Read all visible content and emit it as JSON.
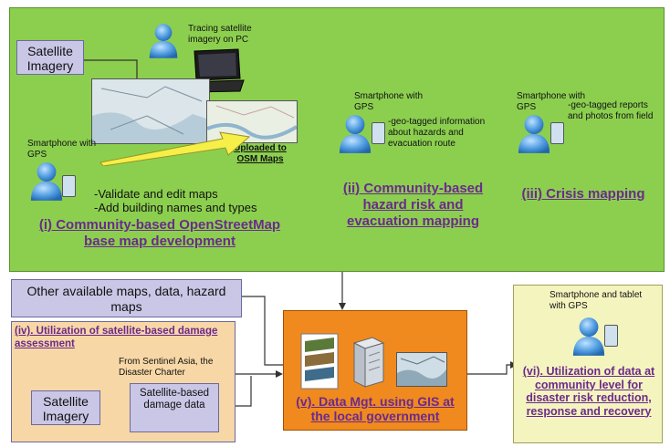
{
  "top": {
    "satellite_imagery": "Satellite Imagery",
    "tracing_caption": "Tracing satellite imagery on PC",
    "uploaded_label": "Uploaded to OSM Maps",
    "smartphone_gps": "Smartphone with GPS",
    "validate_text": "-Validate and edit maps",
    "add_text": "-Add building names and types",
    "section_i": "(i) Community-based OpenStreetMap base map development",
    "smartphone_gps_2": "Smartphone with GPS",
    "geo_tagged_hazards": "-geo-tagged information about hazards and evacuation route",
    "section_ii": "(ii) Community-based hazard risk and evacuation mapping",
    "smartphone_gps_3": "Smartphone with GPS",
    "geo_tagged_reports": "-geo-tagged reports and photos from field",
    "section_iii": "(iii) Crisis mapping"
  },
  "bottom": {
    "other_maps": "Other available maps, data, hazard maps",
    "section_iv": "(iv). Utilization of satellite-based damage assessment",
    "from_sentinel": "From Sentinel Asia, the Disaster Charter",
    "satellite_imagery_2": "Satellite Imagery",
    "damage_data": "Satellite-based damage data",
    "section_v": "(v). Data Mgt. using GIS at the local government",
    "smartphone_tablet": "Smartphone and tablet with GPS",
    "section_vi": "(vi). Utilization of data at community level for disaster risk reduction, response and recovery"
  },
  "colors": {
    "green_panel": "#8ccf4f",
    "orange_panel": "#f7d7a6",
    "gis_panel": "#f08a1e",
    "yellow_panel": "#f4f4bf",
    "lavender": "#c9c6e6",
    "title_purple": "#6b2a8c",
    "person_blue": "#3f8fd6"
  }
}
